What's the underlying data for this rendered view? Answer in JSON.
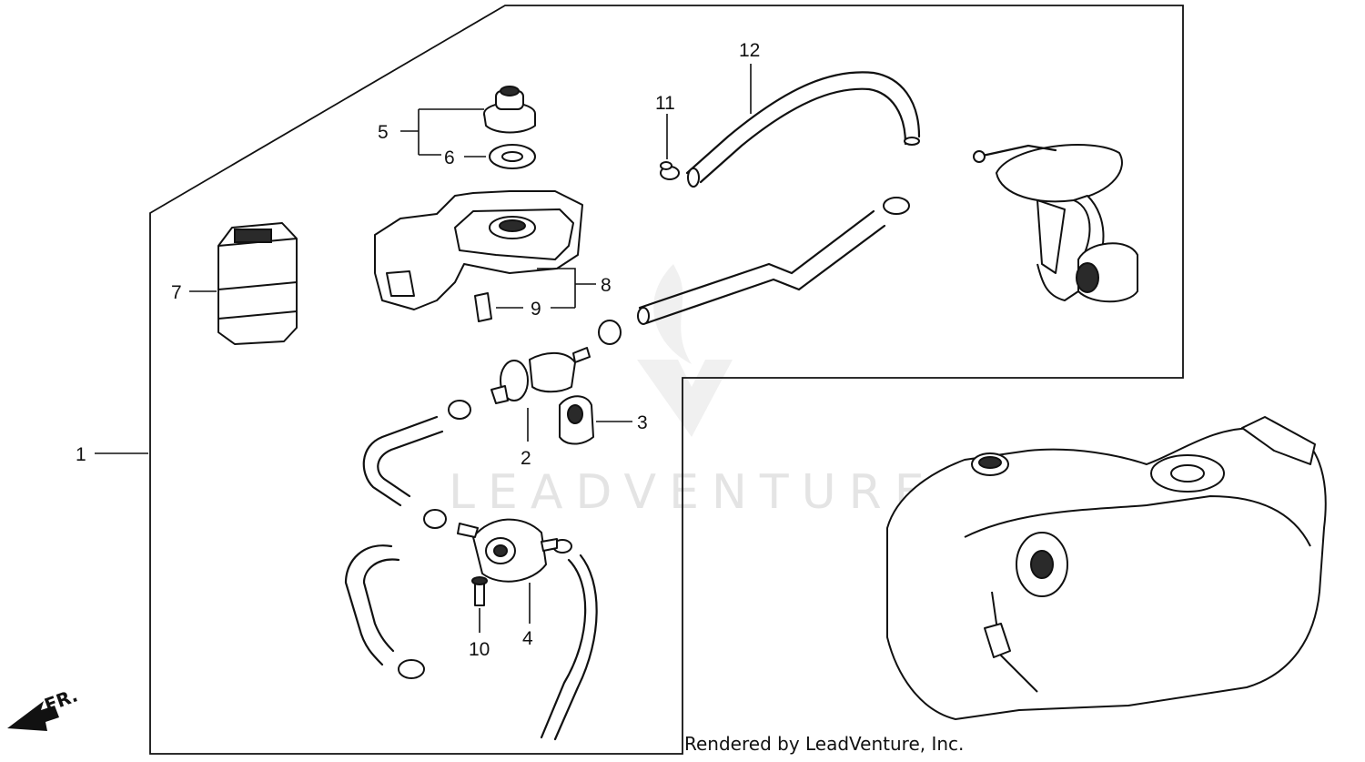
{
  "diagram": {
    "callouts": [
      {
        "id": "1",
        "label": "1"
      },
      {
        "id": "2",
        "label": "2"
      },
      {
        "id": "3",
        "label": "3"
      },
      {
        "id": "4",
        "label": "4"
      },
      {
        "id": "5",
        "label": "5"
      },
      {
        "id": "6",
        "label": "6"
      },
      {
        "id": "7",
        "label": "7"
      },
      {
        "id": "8",
        "label": "8"
      },
      {
        "id": "9",
        "label": "9"
      },
      {
        "id": "10",
        "label": "10"
      },
      {
        "id": "11",
        "label": "11"
      },
      {
        "id": "12",
        "label": "12"
      }
    ],
    "direction_label": "FR.",
    "watermark": "LEADVENTURE",
    "credit": "Rendered by LeadVenture, Inc."
  }
}
